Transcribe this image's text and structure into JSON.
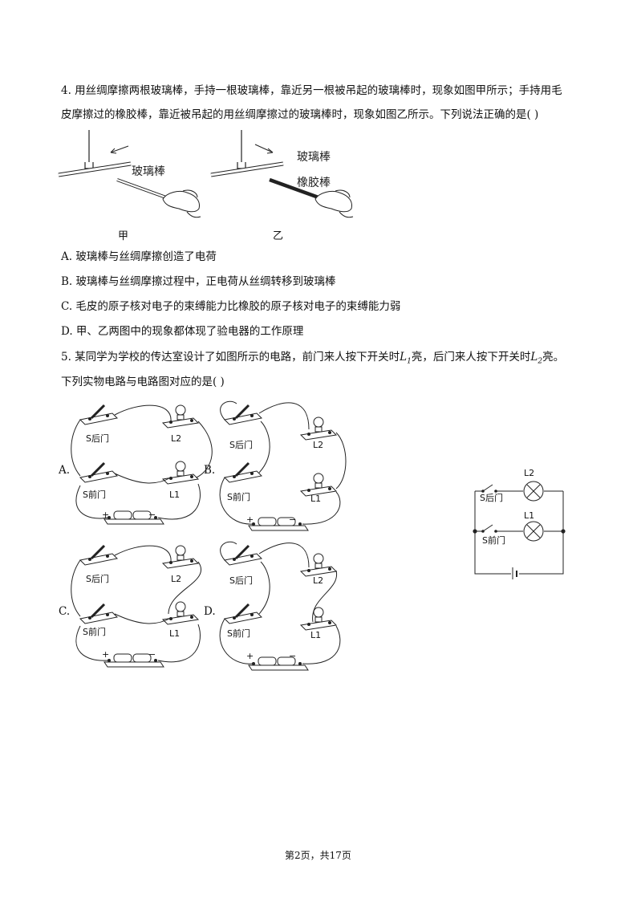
{
  "q4": {
    "line1": "4. 用丝绸摩擦两根玻璃棒，手持一根玻璃棒，靠近另一根被吊起的玻璃棒时，现象如图甲所示；手持用毛",
    "line2": "皮摩擦过的橡胶棒，靠近被吊起的用丝绸摩擦过的玻璃棒时，现象如图乙所示。下列说法正确的是(    )",
    "fig_left_label": "玻璃棒",
    "fig_right_label_top": "玻璃棒",
    "fig_right_label_bottom": "橡胶棒",
    "caption_left": "甲",
    "caption_right": "乙",
    "options": [
      "A. 玻璃棒与丝绸摩擦创造了电荷",
      "B. 玻璃棒与丝绸摩擦过程中，正电荷从丝绸转移到玻璃棒",
      "C. 毛皮的原子核对电子的束缚能力比橡胶的原子核对电子的束缚能力弱",
      "D. 甲、乙两图中的现象都体现了验电器的工作原理"
    ]
  },
  "q5": {
    "line1_a": "5. 某同学为学校的传达室设计了如图所示的电路，前门来人按下开关时",
    "line1_b": "亮，后门来人按下开关时",
    "line1_c": "亮。",
    "L": "L",
    "sub1": "1",
    "sub2": "2",
    "line2": "下列实物电路与电路图对应的是(    )",
    "option_letters": [
      "A.",
      "B.",
      "C.",
      "D."
    ],
    "label_s_back": "S后门",
    "label_s_front": "S前门",
    "label_l1": "L1",
    "label_l2": "L2",
    "plus": "+",
    "minus": "−"
  },
  "footer": "第2页，共17页"
}
